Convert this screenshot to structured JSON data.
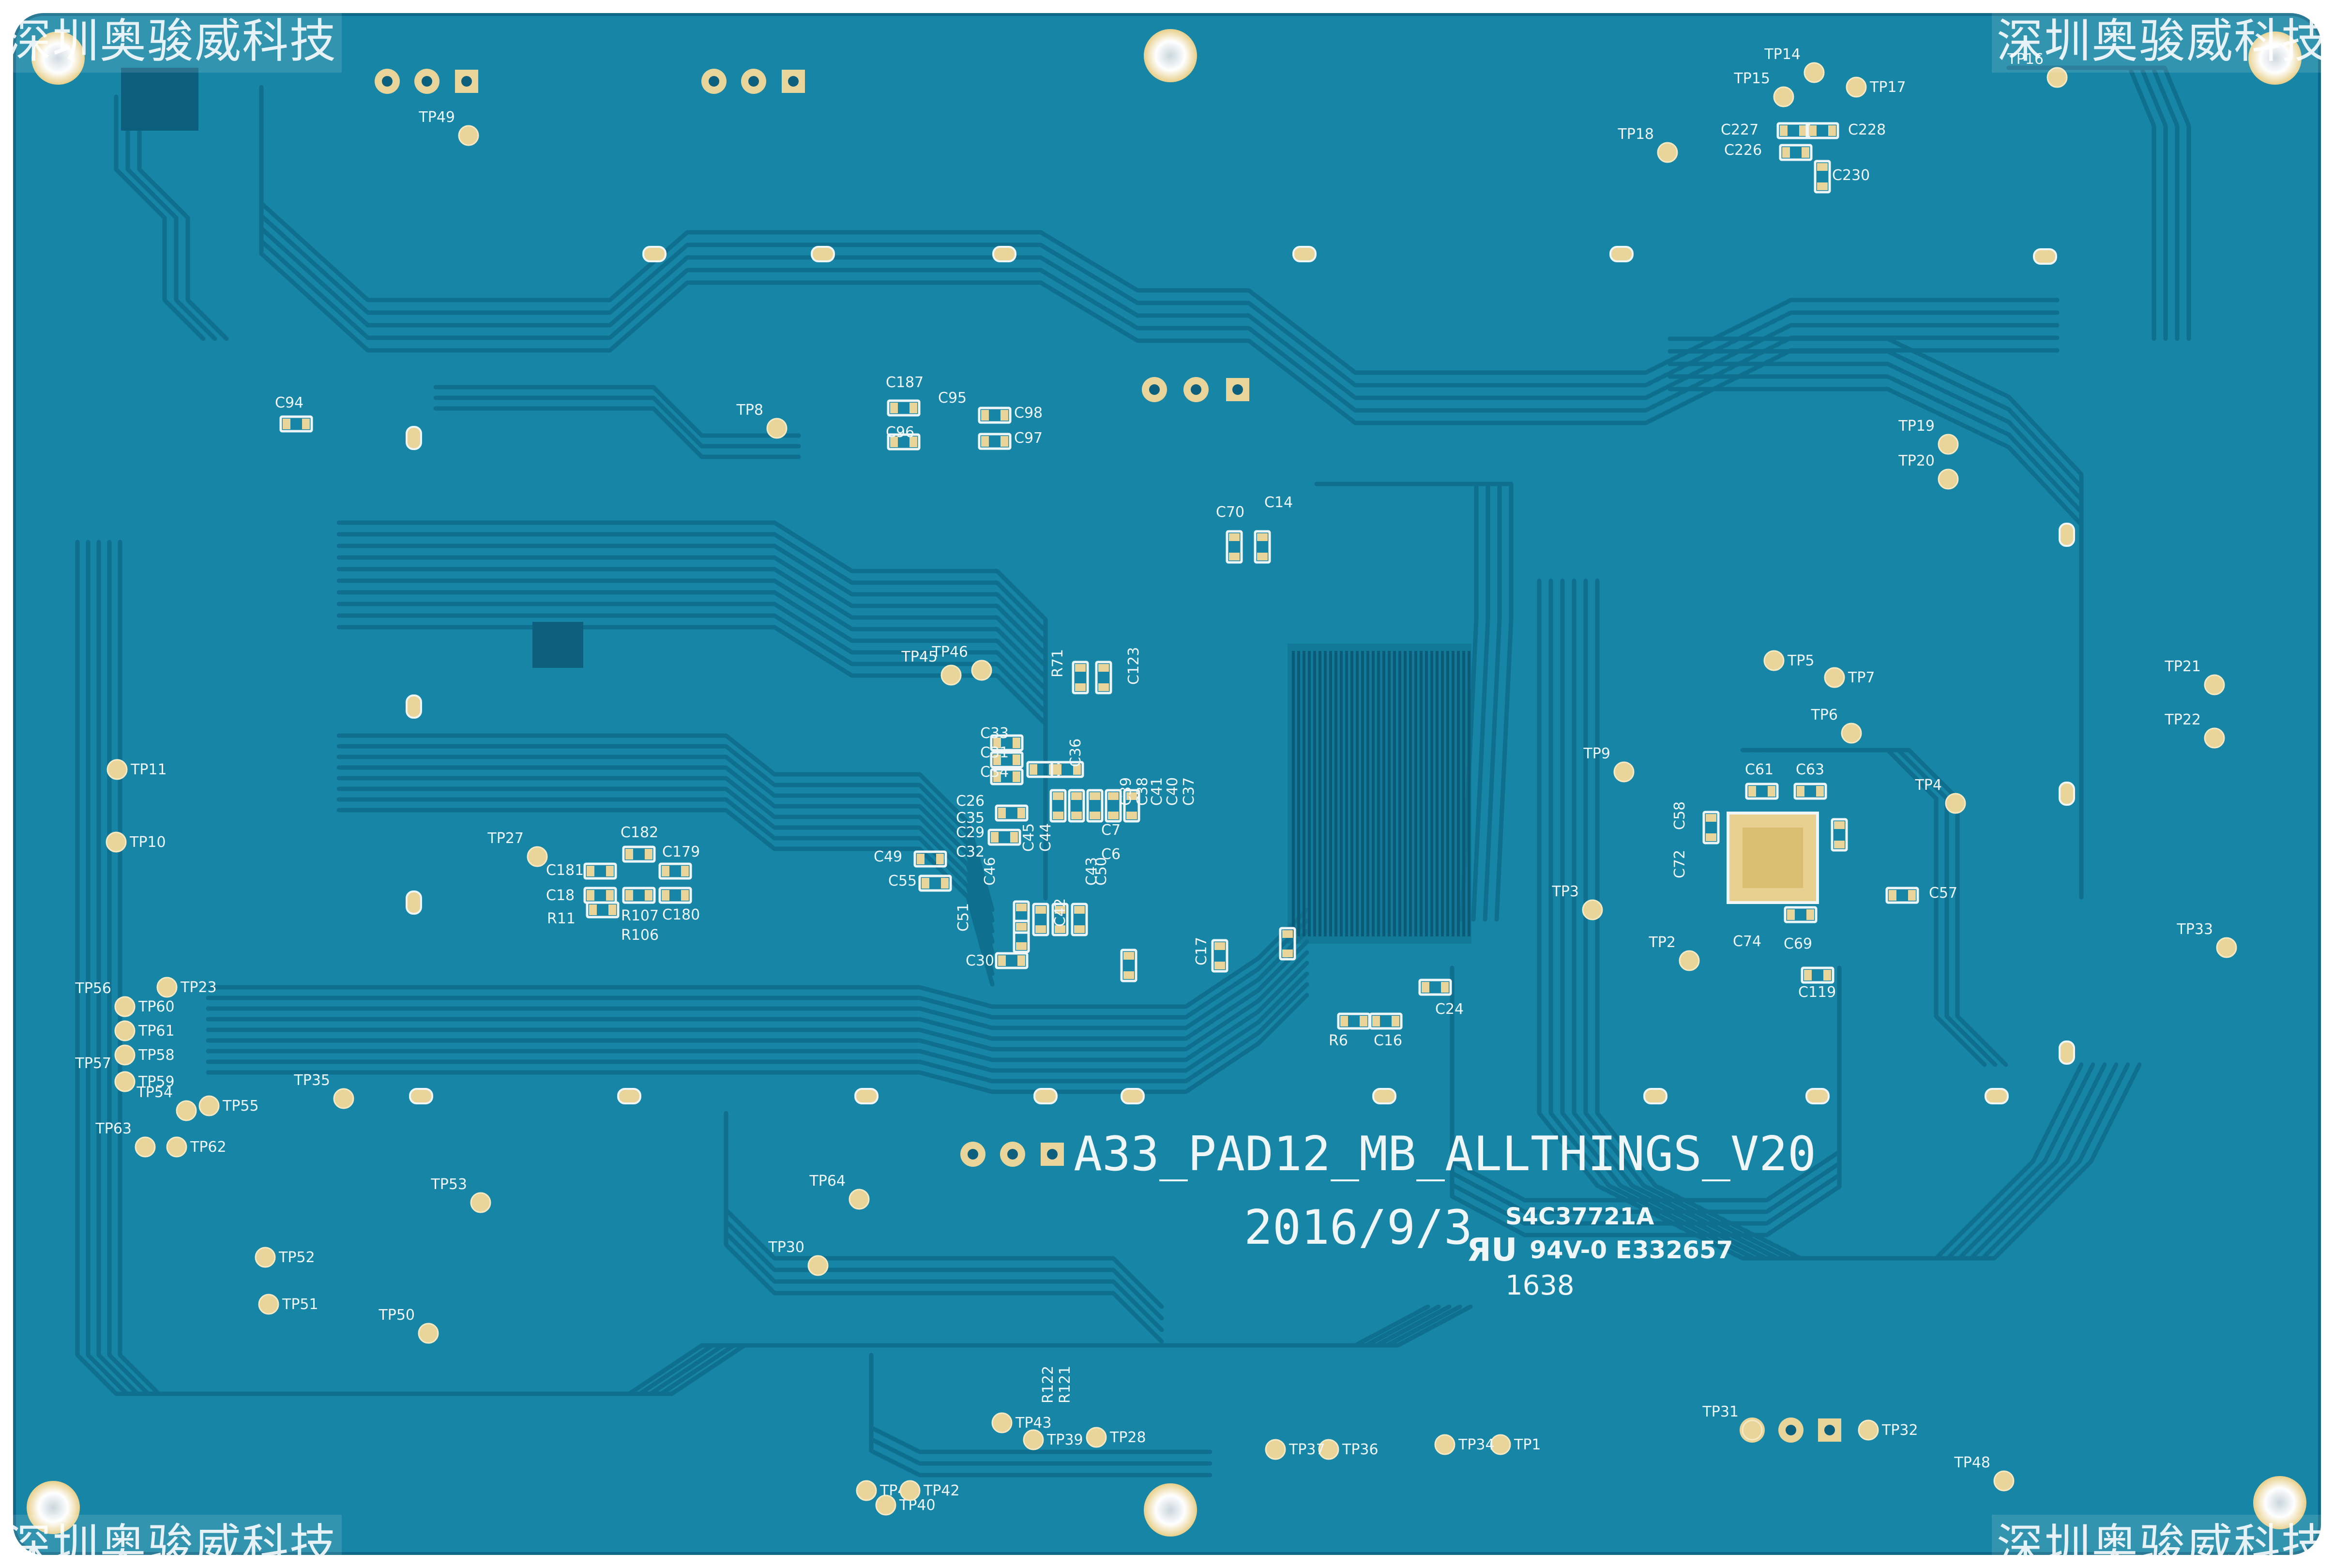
{
  "watermark": "深圳奥骏威科技",
  "board": {
    "name": "A33_PAD12_MB_ALLTHINGS_V20",
    "date": "2016/9/3",
    "code": "S4C37721A",
    "ul_rating": "94V-0 E332657",
    "date_code": "1638",
    "colors": {
      "solder_mask": "#1786a6",
      "trace": "#0f6f8e",
      "pad_gold": "#e9d59a",
      "silkscreen": "#eef6f7",
      "background": "#ffffff"
    }
  },
  "test_points": [
    "TP1",
    "TP2",
    "TP3",
    "TP4",
    "TP5",
    "TP6",
    "TP7",
    "TP8",
    "TP9",
    "TP10",
    "TP11",
    "TP14",
    "TP15",
    "TP16",
    "TP17",
    "TP18",
    "TP19",
    "TP20",
    "TP21",
    "TP22",
    "TP23",
    "TP27",
    "TP28",
    "TP30",
    "TP31",
    "TP32",
    "TP33",
    "TP34",
    "TP35",
    "TP36",
    "TP37",
    "TP39",
    "TP40",
    "TP41",
    "TP42",
    "TP43",
    "TP45",
    "TP46",
    "TP48",
    "TP49",
    "TP50",
    "TP51",
    "TP52",
    "TP53",
    "TP54",
    "TP55",
    "TP56",
    "TP57",
    "TP58",
    "TP59",
    "TP60",
    "TP61",
    "TP62",
    "TP63",
    "TP64"
  ],
  "components": [
    "C6",
    "C7",
    "C14",
    "C16",
    "C17",
    "C18",
    "C24",
    "C26",
    "C29",
    "C30",
    "C31",
    "C32",
    "C33",
    "C34",
    "C35",
    "C36",
    "C37",
    "C38",
    "C39",
    "C40",
    "C41",
    "C42",
    "C43",
    "C44",
    "C45",
    "C46",
    "C49",
    "C50",
    "C51",
    "C55",
    "C57",
    "C58",
    "C61",
    "C63",
    "C69",
    "C70",
    "C72",
    "C74",
    "C94",
    "C95",
    "C96",
    "C97",
    "C98",
    "C119",
    "C123",
    "C179",
    "C180",
    "C181",
    "C182",
    "C187",
    "C226",
    "C227",
    "C228",
    "C230",
    "R6",
    "R11",
    "R71",
    "R106",
    "R107",
    "R121",
    "R122"
  ]
}
